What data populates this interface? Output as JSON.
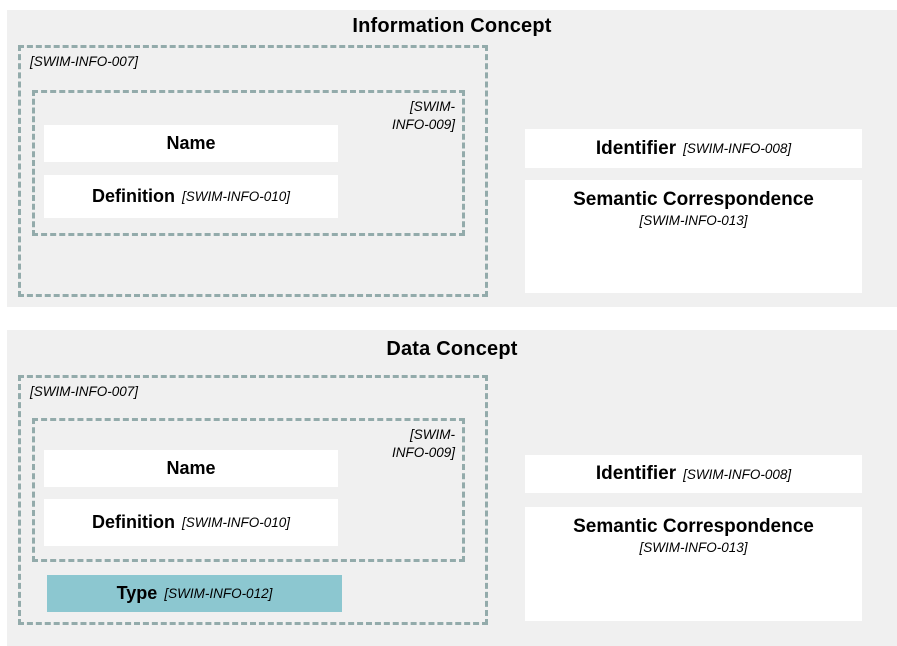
{
  "colors": {
    "panel_background": "#f0f0f0",
    "dash_color": "#93abab",
    "accent_teal": "#8cc7d0",
    "box_background": "#ffffff",
    "text_color": "#000000"
  },
  "sections": [
    {
      "title": "Information Concept",
      "outer_group_label": "[SWIM-INFO-007]",
      "inner_group_label_line1": "[SWIM-",
      "inner_group_label_line2": "INFO-009]",
      "boxes": {
        "name": {
          "label": "Name",
          "ref": ""
        },
        "definition": {
          "label": "Definition",
          "ref": "[SWIM-INFO-010]"
        },
        "identifier": {
          "label": "Identifier",
          "ref": "[SWIM-INFO-008]"
        },
        "semantic": {
          "label": "Semantic Correspondence",
          "ref": "[SWIM-INFO-013]"
        }
      }
    },
    {
      "title": "Data Concept",
      "outer_group_label": "[SWIM-INFO-007]",
      "inner_group_label_line1": "[SWIM-",
      "inner_group_label_line2": "INFO-009]",
      "boxes": {
        "name": {
          "label": "Name",
          "ref": ""
        },
        "definition": {
          "label": "Definition",
          "ref": "[SWIM-INFO-010]"
        },
        "type": {
          "label": "Type",
          "ref": "[SWIM-INFO-012]"
        },
        "identifier": {
          "label": "Identifier",
          "ref": "[SWIM-INFO-008]"
        },
        "semantic": {
          "label": "Semantic Correspondence",
          "ref": "[SWIM-INFO-013]"
        }
      }
    }
  ]
}
